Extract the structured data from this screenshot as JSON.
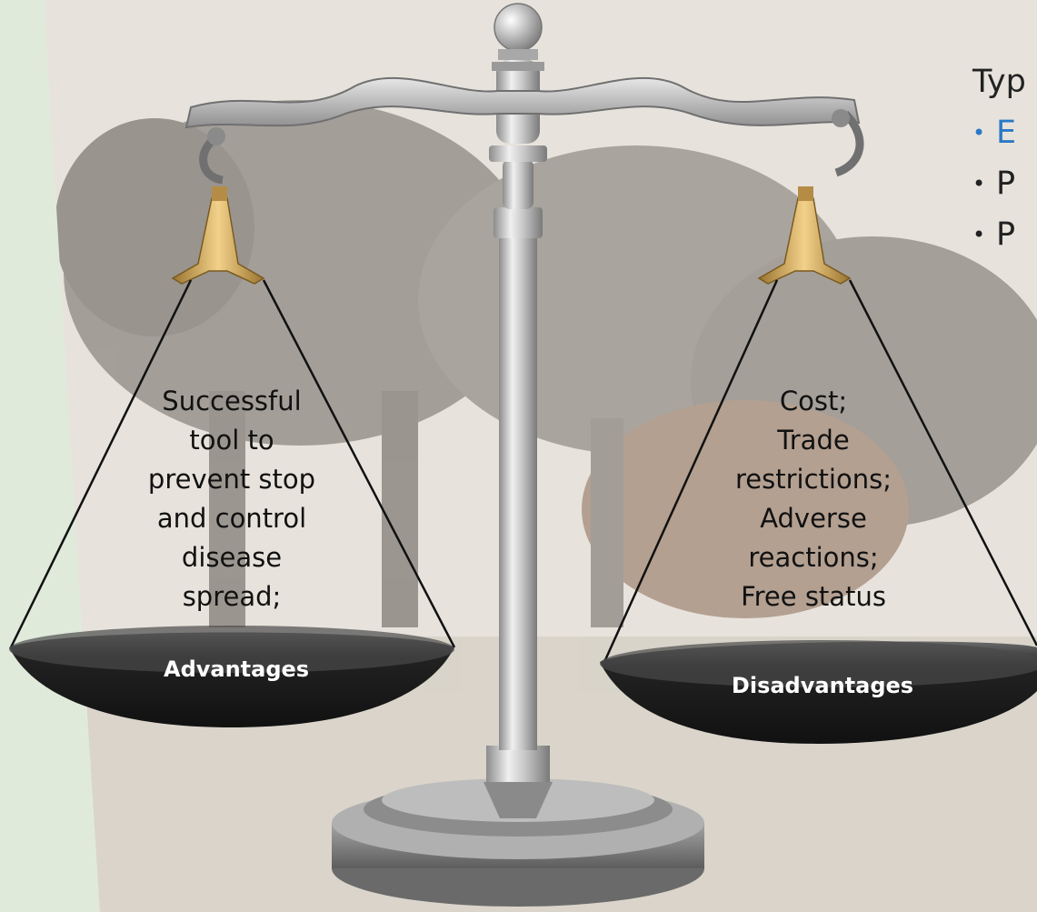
{
  "scale": {
    "left_pan": {
      "text_lines": [
        "Successful",
        "tool to",
        "prevent stop",
        "and control",
        "disease",
        "spread;"
      ],
      "label": "Advantages"
    },
    "right_pan": {
      "text_lines": [
        "Cost;",
        "Trade",
        "restrictions;",
        "Adverse",
        "reactions;",
        "Free status"
      ],
      "label": "Disadvantages"
    }
  },
  "types_list": {
    "title": "Typ",
    "items": [
      {
        "text": "E",
        "highlight": true
      },
      {
        "text": "P",
        "highlight": false
      },
      {
        "text": "P",
        "highlight": false
      }
    ]
  },
  "colors": {
    "accent_blue": "#2b79c6",
    "green_panel": "#dfeadb",
    "pan_black": "#111111",
    "brass": "#c9a04a"
  }
}
